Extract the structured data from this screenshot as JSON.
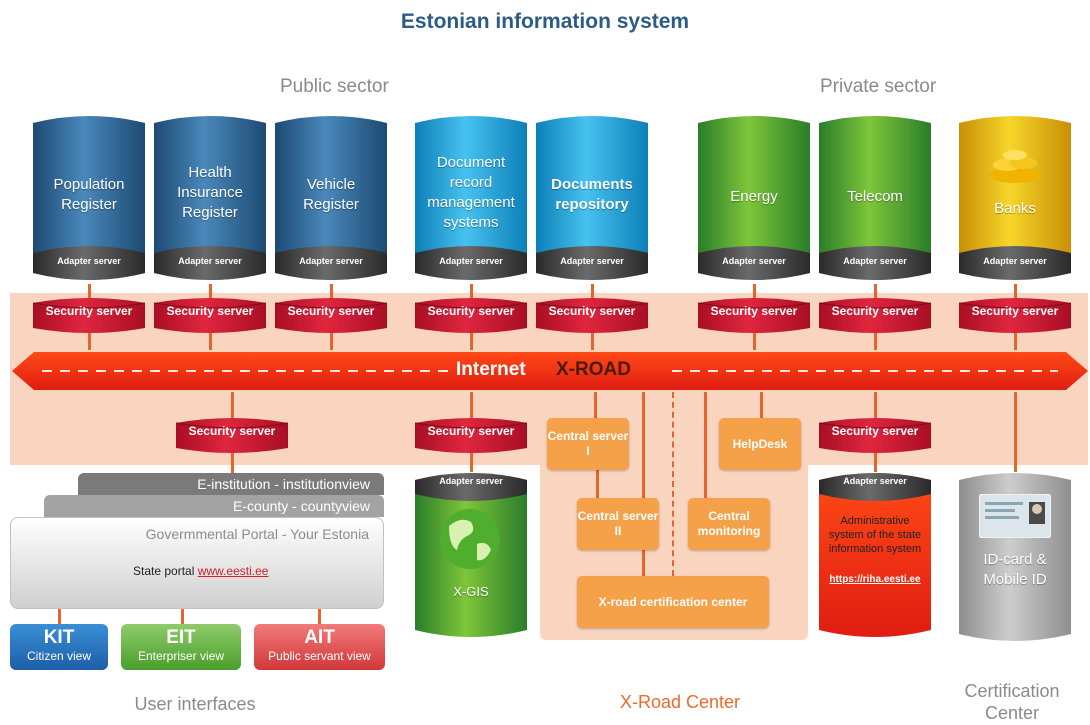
{
  "title": "Estonian information system",
  "sectors": {
    "public": "Public sector",
    "private": "Private sector"
  },
  "adapter_label": "Adapter server",
  "security_label": "Security server",
  "databases": {
    "population": "Population Register",
    "health": "Health Insurance Register",
    "vehicle": "Vehicle Register",
    "document_record": "Document record management systems",
    "documents_repo": "Documents repository",
    "energy": "Energy",
    "telecom": "Telecom",
    "banks": "Banks"
  },
  "xroad": {
    "internet": "Internet",
    "name": "X-ROAD"
  },
  "center": {
    "central_server_1": "Central server I",
    "central_server_2": "Central server II",
    "central_monitoring": "Central monitoring",
    "helpdesk": "HelpDesk",
    "certification": "X-road certification center"
  },
  "xgis": "X-GIS",
  "admin_system": {
    "text": "Administrative system of the state information system",
    "link": "https://riha.eesti.ee"
  },
  "idcard": "ID-card & Mobile ID",
  "portals": {
    "institution": "E-institution - institutionview",
    "county": "E-county - countyview",
    "government": "Govermmental Portal - Your Estonia",
    "state_portal_prefix": "State portal",
    "state_portal_link": "www.eesti.ee"
  },
  "views": {
    "kit": {
      "code": "KIT",
      "label": "Citizen view"
    },
    "eit": {
      "code": "EIT",
      "label": "Enterpriser view"
    },
    "ait": {
      "code": "AIT",
      "label": "Public servant view"
    }
  },
  "bottom_labels": {
    "user_interfaces": "User interfaces",
    "xroad_center": "X-Road Center",
    "certification_center": "Certification Center"
  },
  "colors": {
    "blue_dark": "#2e5f8c",
    "blue_light": "#1f9fd8",
    "green": "#3f9b3a",
    "yellow": "#e2b40f",
    "security": "#c8102e",
    "orange": "#f5a14a",
    "xroad_arrow": "#ee5a24"
  }
}
